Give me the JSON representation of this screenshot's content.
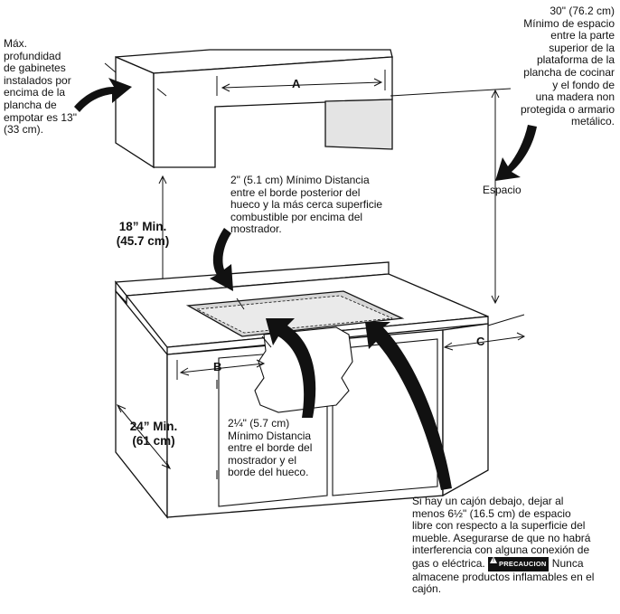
{
  "notes": {
    "max_depth": "Máx.\nprofundidad\nde gabinetes\ninstalados por\nencima de la\nplancha de\nempotar es 13\"\n(33 cm).",
    "top_clearance": "30\" (76.2 cm)\nMínimo de espacio\nentre la parte\nsuperior de la\nplataforma de la\nplancha de cocinar\ny el fondo de\nuna madera non\nprotegida o armario\nmetálico.",
    "espacio": "Espacio",
    "rear_edge": "2\" (5.1 cm) Mínimo Distancia\nentre el borde posterior del\nhueco y la más cerca superficie\ncombustible por encima del\nmostrador.",
    "front_edge": "2¼\" (5.7 cm)\nMínimo Distancia\nentre el borde del\nmostrador y el\nborde del hueco.",
    "drawer_part1": "Si hay un cajón debajo, dejar al\nmenos 6½\" (16.5 cm) de espacio\nlibre con respecto a la superficie del\nmueble. Asegurarse de que no habrá\ninterferencia con alguna conexión de\ngas o eléctrica. ",
    "precaucion_badge": "PRECAUCION",
    "drawer_part2": " Nunca\nalmacene productos inflamables en el\ncajón."
  },
  "dimensions": {
    "min_18": "18” Min.\n(45.7 cm)",
    "min_24": "24” Min.\n(61 cm)"
  },
  "letters": {
    "a": "A",
    "b": "B",
    "c": "C"
  }
}
